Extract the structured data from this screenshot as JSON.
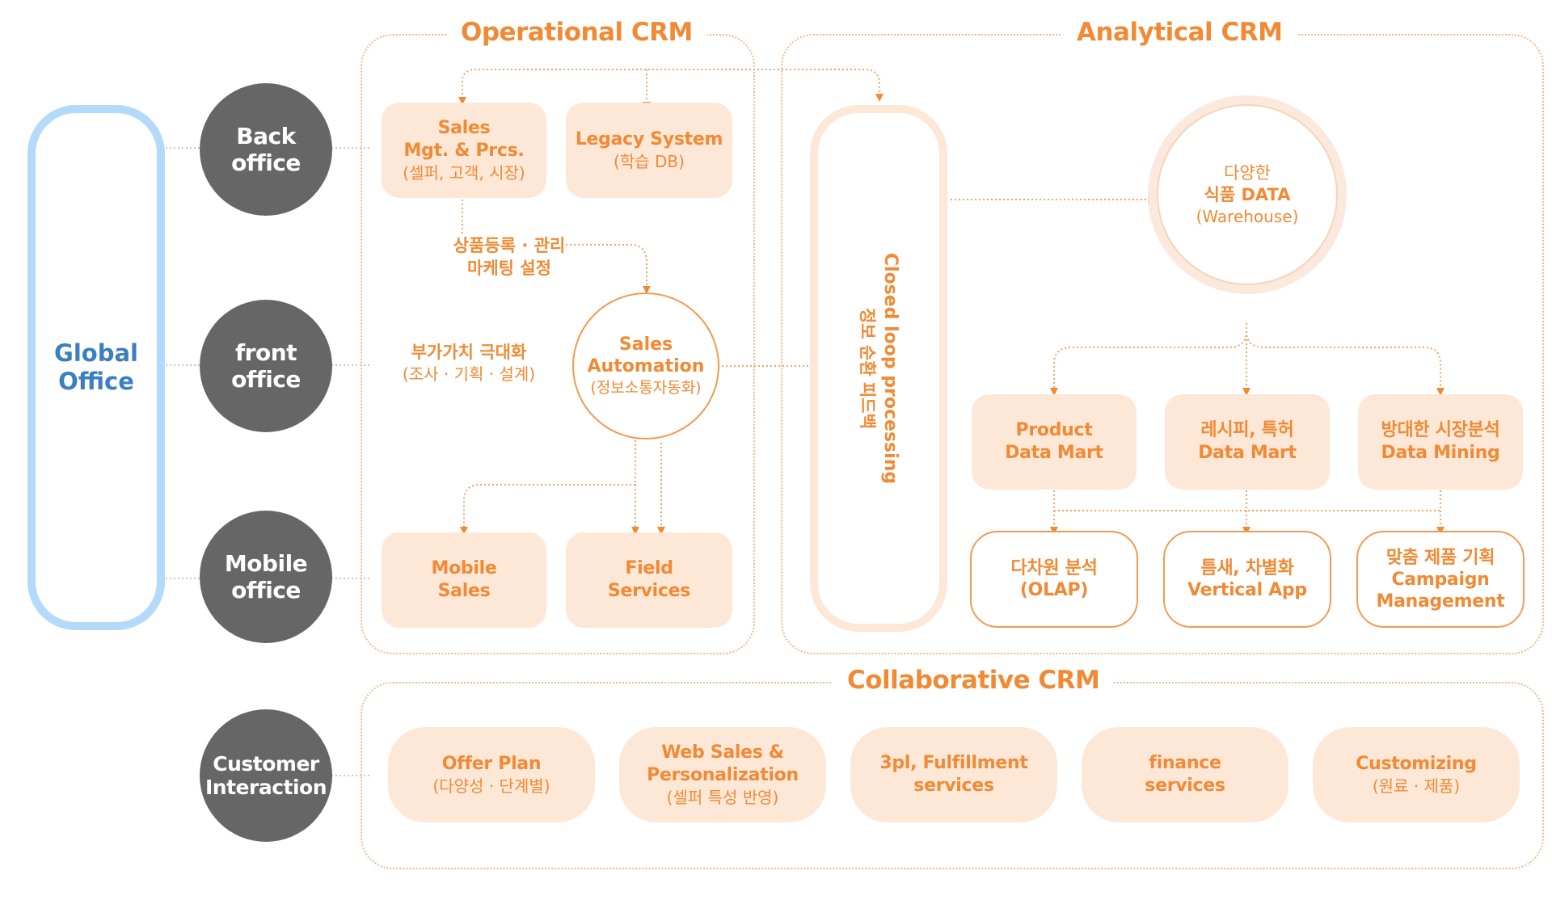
{
  "sections": {
    "operational": "Operational CRM",
    "analytical": "Analytical CRM",
    "collaborative": "Collaborative CRM"
  },
  "global_office": "Global\nOffice",
  "offices": {
    "back": "Back\noffice",
    "front": "front\noffice",
    "mobile": "Mobile\noffice",
    "customer": "Customer\nInteraction"
  },
  "operational": {
    "sales_mgt": {
      "title": "Sales\nMgt. & Prcs.",
      "sub": "(셀퍼, 고객, 시장)"
    },
    "legacy": {
      "title": "Legacy System",
      "sub": "(학습 DB)"
    },
    "product_reg": "상품등록 · 관리\n마케팅 설정",
    "value_max": {
      "title": "부가가치 극대화",
      "sub": "(조사 · 기획 · 설계)"
    },
    "sales_automation": {
      "title": "Sales\nAutomation",
      "sub": "(정보소통자동화)"
    },
    "mobile_sales": "Mobile\nSales",
    "field_services": "Field\nServices"
  },
  "closed_loop": {
    "title": "Closed loop processing",
    "sub": "정보 순환 피드백"
  },
  "analytical": {
    "data_circle": {
      "line1": "다양한",
      "line2": "식품 DATA",
      "line3": "(Warehouse)"
    },
    "marts": [
      "Product\nData Mart",
      "레시피, 특허\nData Mart",
      "방대한 시장분석\nData Mining"
    ],
    "apps": [
      "다차원 분석\n(OLAP)",
      "틈새, 차별화\nVertical App",
      "맞춤 제품 기획\nCampaign\nManagement"
    ]
  },
  "collaborative": {
    "items": [
      {
        "title": "Offer  Plan",
        "sub": "(다양성 · 단계별)"
      },
      {
        "title": "Web Sales &\nPersonalization",
        "sub": "(셀퍼 특성 반영)"
      },
      {
        "title": "3pl, Fulfillment\nservices",
        "sub": ""
      },
      {
        "title": "finance\nservices",
        "sub": ""
      },
      {
        "title": "Customizing",
        "sub": "(원료 · 제품)"
      }
    ]
  },
  "colors": {
    "accent": "#f08a35",
    "box_fill": "#fde8d8",
    "office_circle": "#666666",
    "global_border": "#b3d9fb",
    "global_text": "#3b7fc0"
  }
}
